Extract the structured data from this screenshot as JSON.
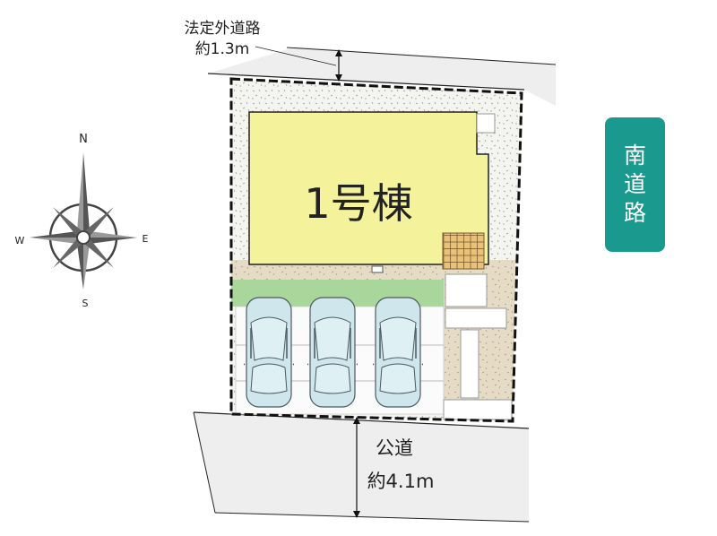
{
  "top_road": {
    "label": "法定外道路",
    "width": "約1.3m"
  },
  "bottom_road": {
    "label": "公道",
    "width": "約4.1m"
  },
  "building": {
    "label": "1号棟"
  },
  "south_road_badge": {
    "chars": [
      "南",
      "道",
      "路"
    ],
    "color": "#1a9a8e"
  },
  "compass": {
    "n": "N",
    "s": "S",
    "e": "E",
    "w": "W"
  },
  "parking": {
    "car_count": 3
  },
  "colors": {
    "building": "#f4f29a",
    "lawn": "#a9d69b",
    "paving": "#e6dcc6",
    "car": "#cfe6ec",
    "road": "#eeeeee"
  }
}
